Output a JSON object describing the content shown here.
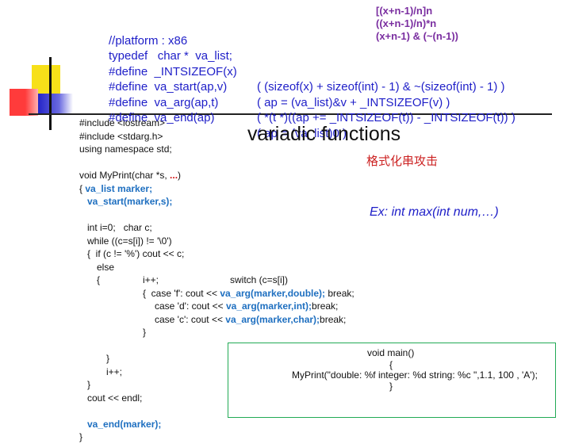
{
  "defines": [
    {
      "left": "//platform : x86",
      "right": ""
    },
    {
      "left": "typedef   char *  va_list;",
      "right": ""
    },
    {
      "left": "#define  _INTSIZEOF(x)",
      "right": "( (sizeof(x) + sizeof(int) - 1) & ~(sizeof(int) - 1) )"
    },
    {
      "left": "#define  va_start(ap,v)",
      "right": "( ap = (va_list)&v + _INTSIZEOF(v) )"
    },
    {
      "left": "#define  va_arg(ap,t)",
      "right": "( *(t *)((ap += _INTSIZEOF(t)) - _INTSIZEOF(t)) )"
    },
    {
      "left": "#define  va_end(ap)",
      "right": "( ap = (va_list)0 )"
    }
  ],
  "formula": [
    "[(x+n-1)/n]n",
    "((x+n-1)/n)*n",
    "(x+n-1) & (~(n-1))"
  ],
  "title": "variadic functions",
  "subtitle": "格式化串攻击",
  "example": "Ex: int max(int num,…)",
  "code": {
    "include1": "#include <iostream>",
    "include2": "#include <stdarg.h>",
    "using": "using namespace std;",
    "sig_pre": "void MyPrint(char *s, ",
    "sig_ellipsis": "...",
    "sig_post": ")",
    "brace_open": "{ ",
    "va_list_line": "va_list marker;",
    "va_start_line": "va_start(marker,s);",
    "int_line": "int i=0;   char c;",
    "while_line": "while ((c=s[i]) != '\\0')",
    "if_line": "{  if (c != '%') cout << c;",
    "else_line": "else",
    "block_open": "{",
    "inc1": "i++;",
    "switch_line": "switch (c=s[i])",
    "case_f_pre": "{  case 'f': cout << ",
    "case_f_kw": "va_arg(marker,double);",
    "case_f_post": " break;",
    "case_d_pre": "case 'd': cout << ",
    "case_d_kw": "va_arg(marker,int);",
    "case_d_post": "break;",
    "case_c_pre": "case 'c': cout << ",
    "case_c_kw": "va_arg(marker,char);",
    "case_c_post": "break;",
    "switch_close": "}",
    "block_close": "}",
    "inc2": "i++;",
    "while_close": "}",
    "cout_endl": "cout << endl;",
    "va_end_line": "va_end(marker);",
    "func_close": "}"
  },
  "main_box": {
    "line1": "void main()",
    "line2": "{",
    "line3": "MyPrint(\"double: %f integer: %d string: %c \",1.1, 100 , 'A');",
    "line4": "}"
  },
  "colors": {
    "blue_text": "#1e1ec8",
    "keyword": "#1e6fc0",
    "formula": "#7a2ea0",
    "subtitle": "#cc2222",
    "box_border": "#22aa55"
  }
}
